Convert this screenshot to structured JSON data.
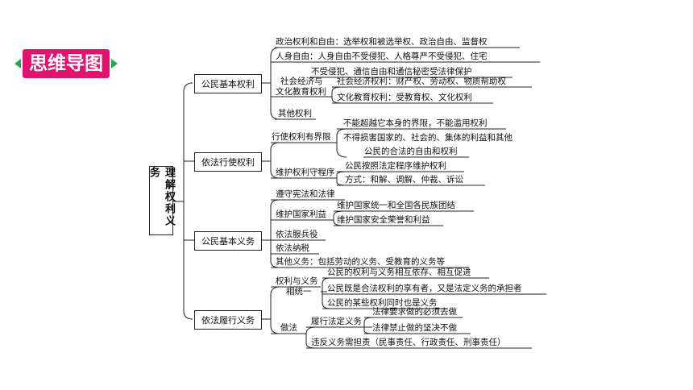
{
  "badge": {
    "label": "思维导图",
    "color": "#e3126e",
    "arrow_color": "#22a84a"
  },
  "root": "理解权利义务",
  "branches": [
    {
      "label": "公民基本权利",
      "items": {
        "political": "政治权利和自由：选举权和被选举权、政治自由、监督权",
        "personal_1": "人身自由：人身自由不受侵犯、人格尊严不受侵犯、住宅",
        "personal_2": "不受侵犯、通信自由和通信秘密受法律保护",
        "socio_label_1": "社会经济与",
        "socio_label_2": "文化教育权利",
        "socio_econ": "社会经济权利：财产权、劳动权、物质帮助权",
        "socio_cult": "文化教育权利：受教育权、文化权利",
        "other": "其他权利"
      }
    },
    {
      "label": "依法行使权利",
      "items": {
        "limit_label": "行使权利有界限",
        "limit_1": "不能超越它本身的界限，不能滥用权利",
        "limit_2": "不得损害国家的、社会的、集体的利益和其他",
        "limit_3": "公民的合法的自由和权利",
        "proc_label": "维护权利守程序",
        "proc_1": "公民按照法定程序维护权利",
        "proc_2": "方式：和解、调解、仲裁、诉讼"
      }
    },
    {
      "label": "公民基本义务",
      "items": {
        "obey": "遵守宪法和法律",
        "national_label": "维护国家利益",
        "national_1": "维护国家统一和全国各民族团结",
        "national_2": "维护国家安全荣誉和利益",
        "military": "依法服兵役",
        "tax": "依法纳税",
        "other": "其他义务：包括劳动的义务、受教育的义务等"
      }
    },
    {
      "label": "依法履行义务",
      "items": {
        "unity_label_1": "权利与义务",
        "unity_label_2": "相统一",
        "unity_1": "公民的权利与义务相互依存、相互促进",
        "unity_2": "公民既是合法权利的享有者，又是法定义务的承担者",
        "unity_3": "公民的某些权利同时也是义务",
        "do_label": "做法",
        "fulfill_label": "履行法定义务",
        "fulfill_1": "法律要求做的必须去做",
        "fulfill_2": "法律禁止做的坚决不做",
        "violate": "违反义务需担责（民事责任、行政责任、刑事责任）"
      }
    }
  ]
}
